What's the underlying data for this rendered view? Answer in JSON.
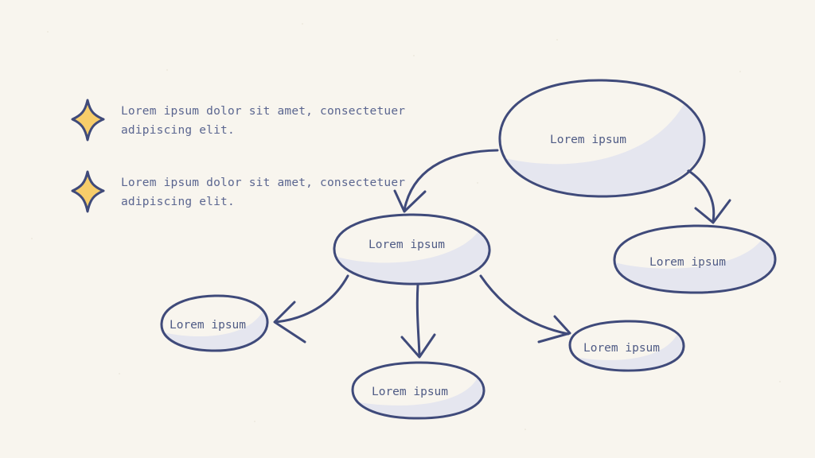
{
  "bullets": [
    {
      "text": "Lorem ipsum dolor sit amet, consectetuer adipiscing elit."
    },
    {
      "text": "Lorem ipsum dolor sit amet, consectetuer adipiscing elit."
    }
  ],
  "nodes": {
    "top": "Lorem ipsum",
    "right": "Lorem ipsum",
    "middle": "Lorem ipsum",
    "left": "Lorem ipsum",
    "bottom": "Lorem ipsum",
    "bottom_right": "Lorem ipsum"
  },
  "colors": {
    "background": "#f8f5ee",
    "outline": "#3f4a7a",
    "fill_shade": "#e5e6ef",
    "star": "#f7cd6a",
    "text": "#5b6690"
  }
}
